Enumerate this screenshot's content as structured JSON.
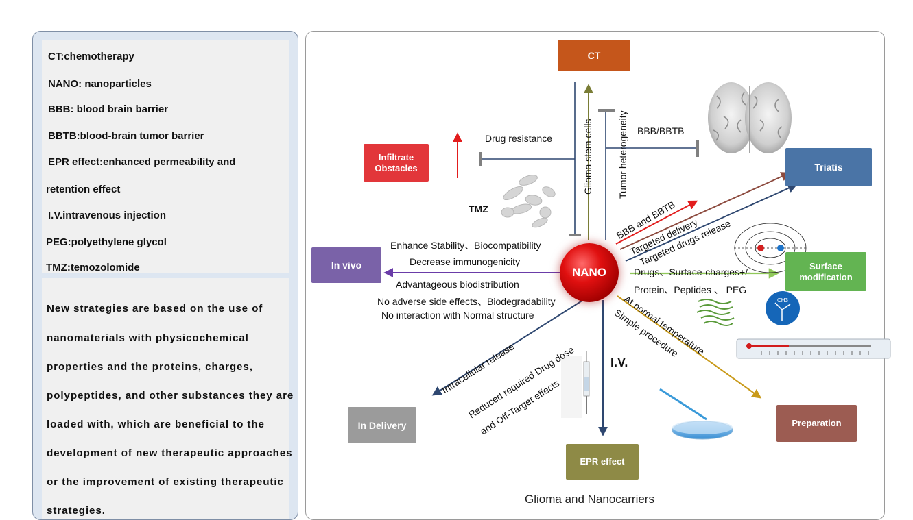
{
  "abbreviations": [
    "CT:chemotherapy",
    "NANO: nanoparticles",
    "BBB: blood brain barrier",
    "BBTB:blood-brain tumor barrier",
    "EPR effect:enhanced permeability  and",
    "retention effect",
    "I.V.intravenous injection",
    "PEG:polyethylene glycol",
    "TMZ:temozolomide"
  ],
  "strategy_lines": [
    "New strategies are based on the use of",
    "nanomaterials with physicochemical",
    "properties and the proteins, charges,",
    "polypeptides, and other substances they are",
    "loaded with, which are beneficial to the",
    "development of new therapeutic approaches",
    "or the improvement of existing therapeutic",
    "strategies."
  ],
  "diagram": {
    "center": "NANO",
    "caption": "Glioma and  Nanocarriers",
    "boxes": {
      "ct": "CT",
      "infiltrate": "Infiltrate\nObstacles",
      "triatis": "Triatis",
      "in_vivo": "In vivo",
      "surface": "Surface\nmodification",
      "in_delivery": "In Delivery",
      "epr": "EPR effect",
      "preparation": "Preparation"
    },
    "labels": {
      "drug_resistance": "Drug resistance",
      "glioma_stem": "Glioma stem cells",
      "tumor_het": "Tumor heterogeneity",
      "bbb_bbtb": "BBB/BBTB",
      "tmz": "TMZ",
      "bbb_and_bbtb": "BBB and BBTB",
      "targeted_delivery": "Targeted delivery",
      "targeted_release": "Targeted drugs release",
      "enhance_stability": "Enhance Stability、Biocompatibility",
      "decrease_immuno": "Decrease immunogenicity",
      "adv_biodist": "Advantageous biodistribution",
      "no_adverse": "No adverse side effects、Biodegradability",
      "no_interaction": "No interaction with Normal structure",
      "drugs_surface": "Drugs、Surface-charges+/-",
      "protein_peptides": "Protein、Peptides 、 PEG",
      "intracellular": "Intracellular release",
      "reduced_dose": "Reduced required Drug dose",
      "off_target": "and Off-Target effects",
      "iv": "I.V.",
      "normal_temp": "At normal temperature",
      "simple_proc": "Simple procedure",
      "ch3": "CH3"
    },
    "colors": {
      "ct": "#c5561b",
      "infiltrate": "#e2363a",
      "triatis": "#4a74a6",
      "in_vivo": "#7a62a8",
      "surface": "#63b452",
      "in_delivery": "#9b9b9b",
      "epr": "#8e8a46",
      "preparation": "#9c5c52",
      "navy": "#2e4770",
      "red": "#e21d1d",
      "purple": "#6a3ca8",
      "green": "#90c85a",
      "gold": "#c99a1a",
      "olive": "#7a7d36",
      "brown": "#8c4a3e"
    }
  }
}
